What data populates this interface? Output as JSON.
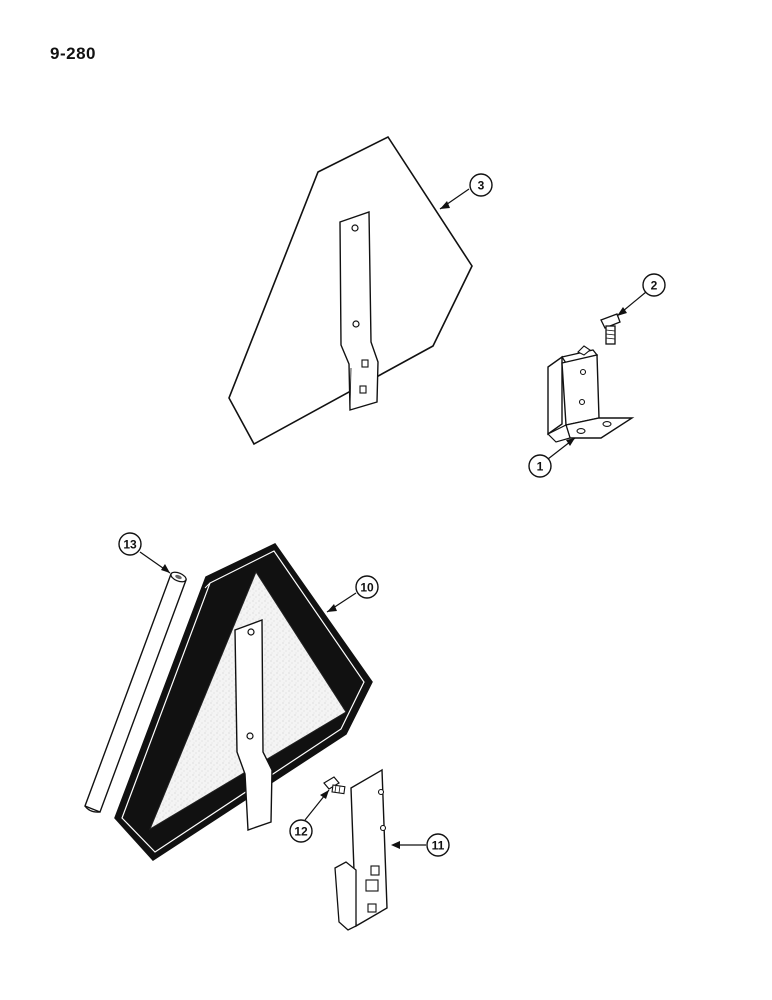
{
  "page": {
    "number": "9-280"
  },
  "callouts": [
    {
      "id": "callout-3",
      "label": "3"
    },
    {
      "id": "callout-2",
      "label": "2"
    },
    {
      "id": "callout-1",
      "label": "1"
    },
    {
      "id": "callout-13",
      "label": "13"
    },
    {
      "id": "callout-10",
      "label": "10"
    },
    {
      "id": "callout-12",
      "label": "12"
    },
    {
      "id": "callout-11",
      "label": "11"
    }
  ]
}
